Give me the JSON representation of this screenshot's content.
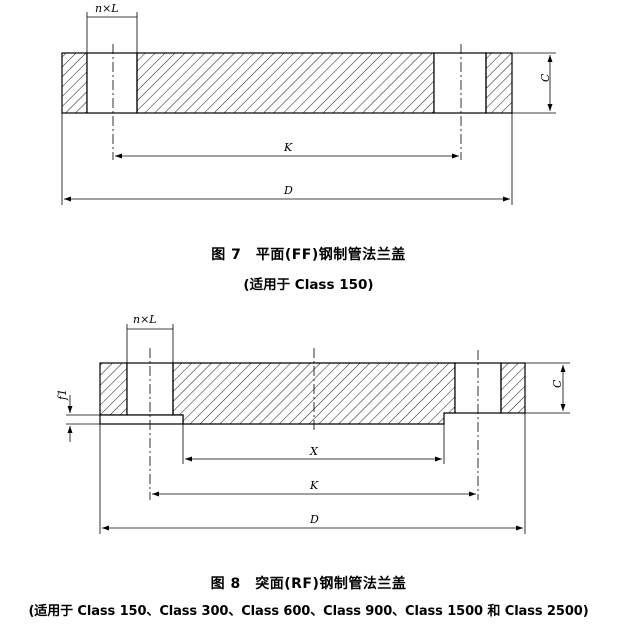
{
  "figure7": {
    "caption": "图 7　平面(FF)钢制管法兰盖",
    "subcaption": "(适用于 Class 150)",
    "labels": {
      "bolt": "n×L",
      "thickness": "C",
      "bolt_circle": "K",
      "outside_diameter": "D"
    }
  },
  "figure8": {
    "caption": "图 8　突面(RF)钢制管法兰盖",
    "subcaption": "(适用于 Class 150、Class 300、Class 600、Class 900、Class 1500 和 Class 2500)",
    "labels": {
      "bolt": "n×L",
      "thickness": "C",
      "raised_face_height": "f1",
      "raised_face_diameter": "X",
      "bolt_circle": "K",
      "outside_diameter": "D"
    }
  }
}
